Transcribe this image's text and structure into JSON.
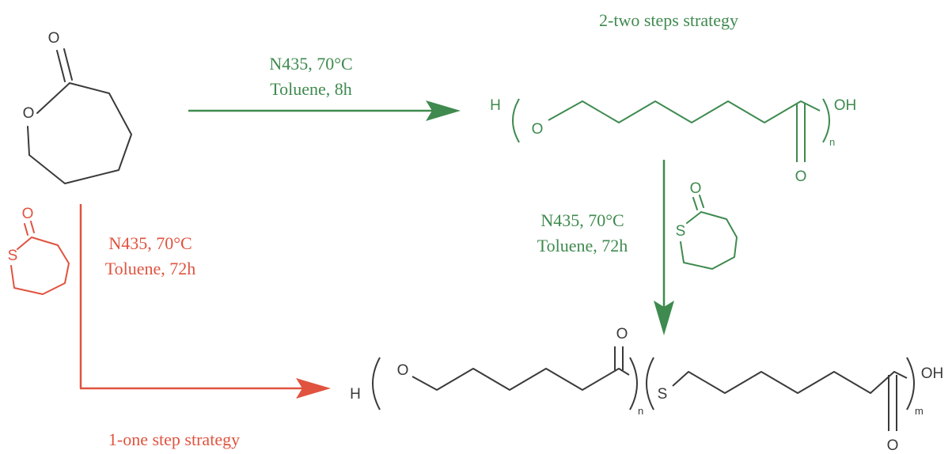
{
  "colors": {
    "black": "#3a3a3a",
    "green": "#3f8a4f",
    "red": "#e0533f"
  },
  "top_route": {
    "title": "2-two steps strategy",
    "cond_line1": "N435, 70°C",
    "cond_line2": "Toluene, 8h"
  },
  "down_route": {
    "cond_line1": "N435, 70°C",
    "cond_line2": "Toluene, 72h"
  },
  "one_step": {
    "title": "1-one step strategy",
    "cond_line1": "N435, 70°C",
    "cond_line2": "Toluene, 72h"
  },
  "atoms": {
    "O": "O",
    "S": "S",
    "H": "H",
    "OH": "OH",
    "n": "n",
    "m": "m"
  }
}
